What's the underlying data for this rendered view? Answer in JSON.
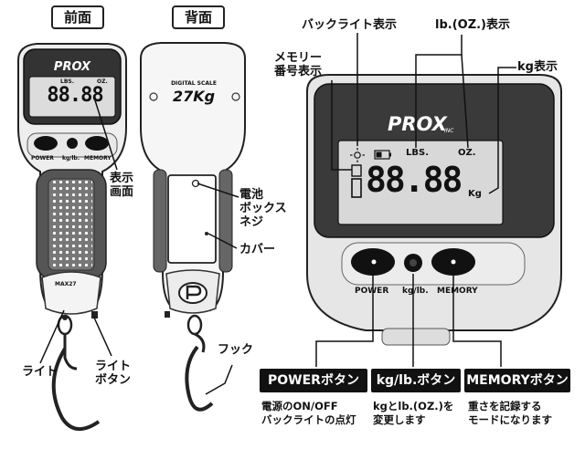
{
  "views": {
    "front": "前面",
    "back": "背面"
  },
  "device": {
    "brand": "PROX",
    "brand_sub": "INC",
    "lcd_digits": "88.88",
    "lcd_lbs": "LBS.",
    "lcd_oz": "OZ.",
    "lcd_kg": "Kg",
    "btn_power": "POWER",
    "btn_kglb": "kg/lb.",
    "btn_memory": "MEMORY",
    "max_label": "MAX27",
    "back_title": "DIGITAL SCALE",
    "back_capacity": "27Kg"
  },
  "callouts": {
    "display_screen": "表示\n画面",
    "battery_screw": "電池\nボックス\nネジ",
    "cover": "カバー",
    "light": "ライト",
    "light_button": "ライト\nボタン",
    "hook": "フック",
    "memory_number": "メモリー\n番号表示",
    "backlight_indicator": "バックライト表示",
    "lb_oz_indicator": "lb.(OZ.)表示",
    "kg_indicator": "kg表示"
  },
  "buttons": [
    {
      "label": "POWERボタン",
      "desc": "電源のON/OFF\nバックライトの点灯"
    },
    {
      "label": "kg/lb.ボタン",
      "desc": "kgとlb.(OZ.)を\n変更します"
    },
    {
      "label": "MEMORYボタン",
      "desc": "重さを記録する\nモードになります"
    }
  ]
}
